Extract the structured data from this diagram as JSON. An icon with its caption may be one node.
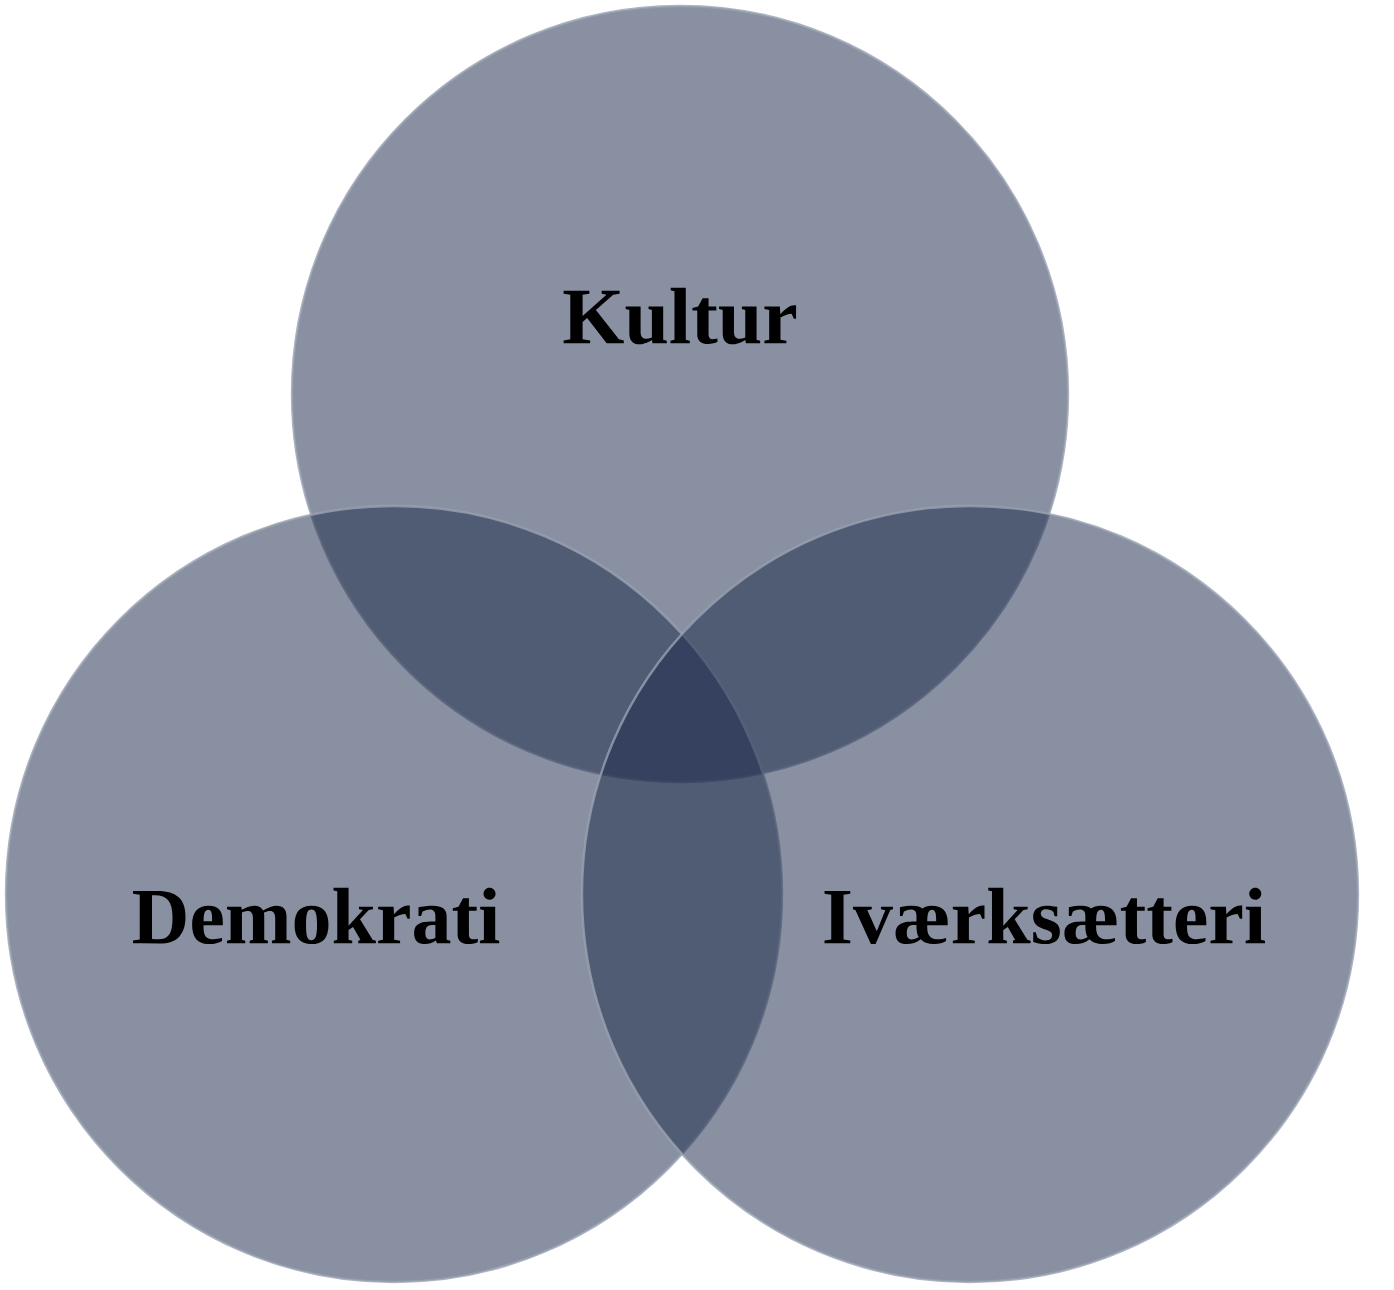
{
  "diagram": {
    "nodes": [
      {
        "text": [
          "Kultur"
        ]
      },
      {
        "text": [
          "Demokrati"
        ]
      },
      {
        "text": [
          "Iværksætteri"
        ]
      }
    ]
  }
}
